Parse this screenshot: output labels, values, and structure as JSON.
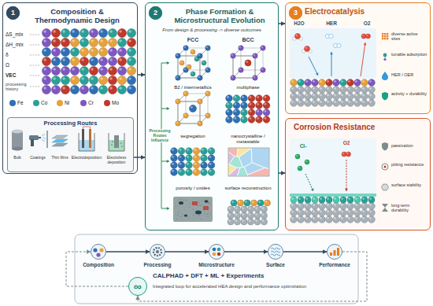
{
  "diagram": {
    "nodes": [
      {
        "text": [
          "Composition & Thermodynamic Design"
        ]
      },
      {
        "text": [
          "1"
        ],
        "in": 0
      },
      {
        "text": [
          "Processing Routes"
        ],
        "in": 0
      },
      {
        "text": [
          "Phase Formation & Microstructural Evolution",
          "From design & processing -> diverse outcomes"
        ]
      },
      {
        "text": [
          "2"
        ],
        "in": 3
      },
      {
        "text": [
          "Electrocatalysis"
        ]
      },
      {
        "text": [
          "3"
        ],
        "in": 5
      },
      {
        "text": [
          "Corrosion Resistance"
        ]
      },
      {
        "text": [
          "Composition"
        ]
      },
      {
        "text": [
          "Processing"
        ]
      },
      {
        "text": [
          "Microstructure"
        ]
      },
      {
        "text": [
          "Surface"
        ]
      },
      {
        "text": [
          "Performance"
        ]
      },
      {
        "text": [
          "∞",
          "CALPHAD + DFT + ML + Experiments",
          "Integrated loop for accelerated HEA design and performance optimization"
        ]
      }
    ],
    "edges": [
      {
        "from": 0,
        "to": 3,
        "arrow": "to"
      },
      {
        "from": 2,
        "to": 3,
        "arrow": "to"
      },
      {
        "from": 3,
        "to": 5,
        "arrow": "to"
      },
      {
        "from": 3,
        "to": 7,
        "arrow": "to"
      },
      {
        "from": 8,
        "to": 9,
        "arrow": "to"
      },
      {
        "from": 9,
        "to": 10,
        "arrow": "to"
      },
      {
        "from": 10,
        "to": 11,
        "arrow": "to"
      },
      {
        "from": 11,
        "to": 12,
        "arrow": "to"
      },
      {
        "from": 12,
        "to": 13,
        "arrow": "to"
      },
      {
        "from": 13,
        "to": 8,
        "arrow": "to"
      }
    ],
    "labels": [
      "ΔS_mix",
      "ΔH_mix",
      "δ",
      "Ω",
      "VEC",
      "processing history",
      "Bulk",
      "Coatings",
      "Thin films",
      "Electrodeposition",
      "Electroless deposition",
      "FCC",
      "BCC",
      "B2 / intermetallics",
      "multiphase",
      "segregation",
      "nanocrystalline / metastable",
      "porosity / oxides",
      "surface reconstruction",
      "Processing Routes Influence",
      "H2O",
      "HER",
      "O2",
      "diverse active sites",
      "tunable adsorption",
      "HER / OER",
      "activity + durability",
      "Cl-",
      "O2",
      "passivation",
      "pitting resistance",
      "surface stability",
      "long-term durability"
    ],
    "legend": [
      {
        "text": "Fe",
        "color": "#2f6fb4"
      },
      {
        "text": "Co",
        "color": "#2aa198"
      },
      {
        "text": "Ni",
        "color": "#e6a23c"
      },
      {
        "text": "Cr",
        "color": "#7e57c2"
      },
      {
        "text": "Mo",
        "color": "#c0392b"
      }
    ]
  }
}
